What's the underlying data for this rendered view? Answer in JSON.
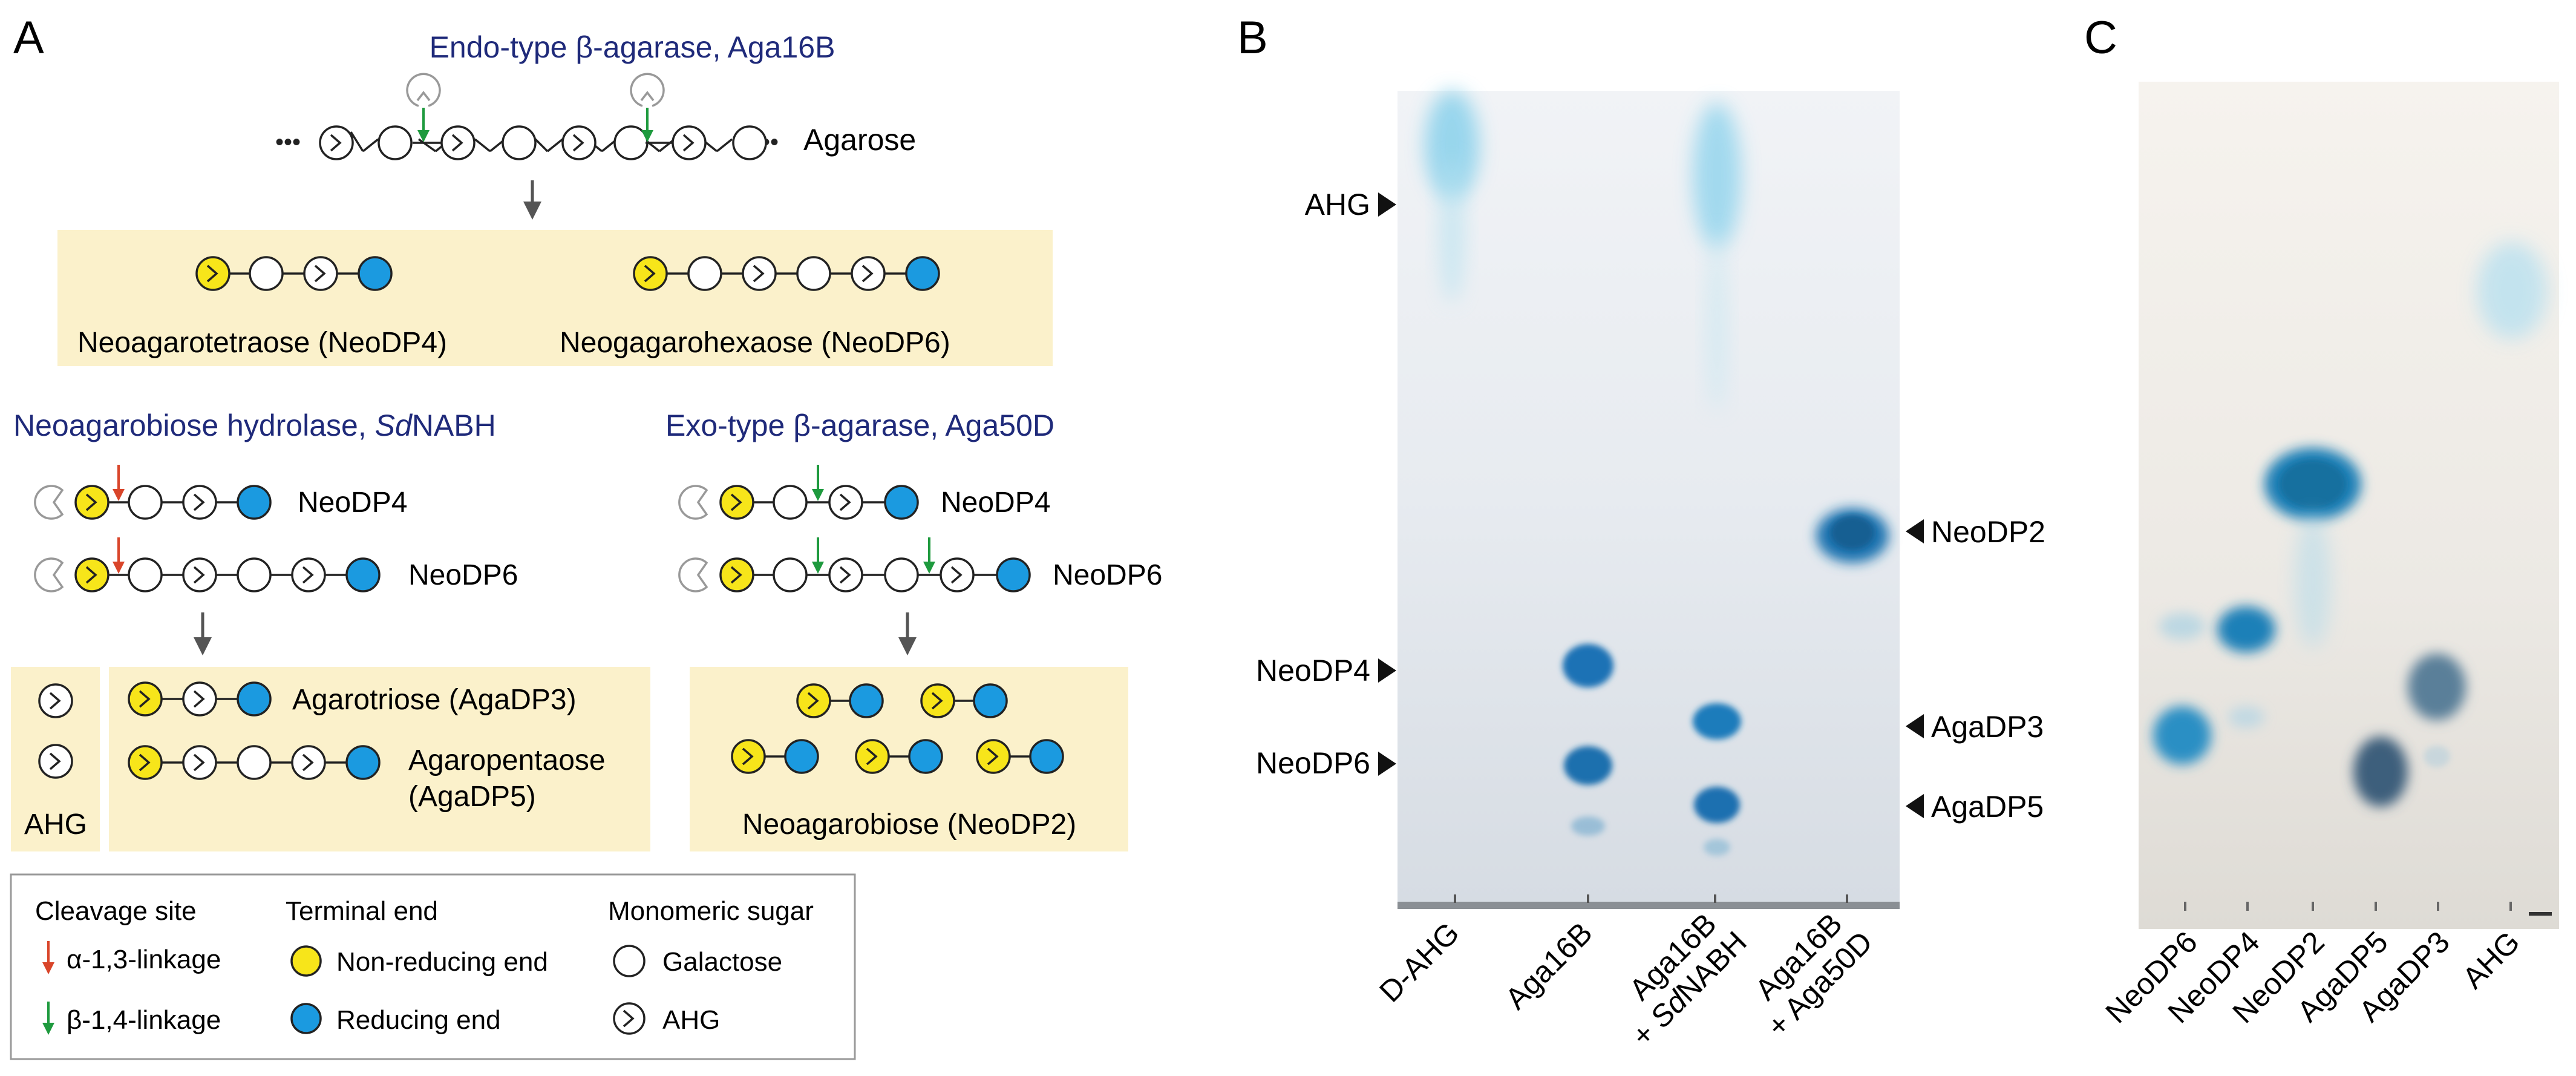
{
  "panel_letters": {
    "a": "A",
    "b": "B",
    "c": "C"
  },
  "panel_a": {
    "endo_title": "Endo-type β-agarase, Aga16B",
    "substrate_label": "Agarose",
    "dots": "•••",
    "products": {
      "neodp4_name": "Neoagarotetraose (NeoDP4)",
      "neodp6_name": "Neogagarohexaose (NeoDP6)"
    },
    "hydrolase": {
      "title_prefix": "Neoagarobiose hydrolase, ",
      "title_italic": "Sd",
      "title_suffix": "NABH",
      "row1": "NeoDP4",
      "row2": "NeoDP6",
      "ahg": "AHG",
      "agadp3": "Agarotriose (AgaDP3)",
      "agadp5_line1": "Agaropentaose",
      "agadp5_line2": "(AgaDP5)"
    },
    "exo": {
      "title": "Exo-type β-agarase, Aga50D",
      "row1": "NeoDP4",
      "row2": "NeoDP6",
      "product": "Neoagarobiose (NeoDP2)"
    },
    "legend": {
      "h1": "Cleavage site",
      "h2": "Terminal end",
      "h3": "Monomeric sugar",
      "alpha": "α-1,3-linkage",
      "beta": "β-1,4-linkage",
      "nonreducing": "Non-reducing end",
      "reducing": "Reducing end",
      "galactose": "Galactose",
      "ahg": "AHG"
    },
    "colors": {
      "title": "#1f2a7a",
      "box": "#fbf1cb",
      "yellow": "#f7e51a",
      "blue": "#1b9ae0",
      "green_arrow": "#1e9a3e",
      "red_arrow": "#d9452a",
      "gray": "#555555"
    }
  },
  "panel_b": {
    "left_markers": [
      "AHG",
      "NeoDP4",
      "NeoDP6"
    ],
    "right_markers": [
      "NeoDP2",
      "AgaDP3",
      "AgaDP5"
    ],
    "lanes": [
      "D-AHG",
      "Aga16B",
      "Aga16B",
      "Aga16B"
    ],
    "lane_sub": [
      "",
      "",
      "+ ",
      "+ Aga50D"
    ],
    "lane3_sub_italic": "Sd",
    "lane3_sub_rest": "NABH"
  },
  "panel_c": {
    "lanes": [
      "NeoDP6",
      "NeoDP4",
      "NeoDP2",
      "AgaDP5",
      "AgaDP3",
      "AHG"
    ]
  }
}
